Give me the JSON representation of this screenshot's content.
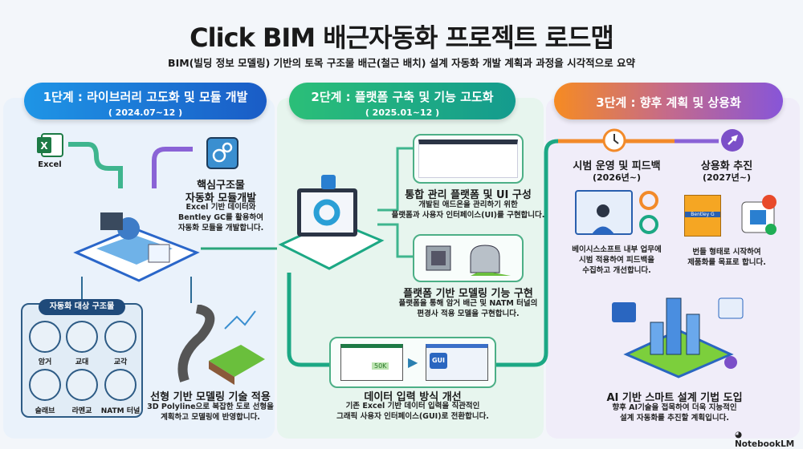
{
  "title": "Click BIM 배근자동화 프로젝트 로드맵",
  "subtitle": "BIM(빌딩 정보 모델링) 기반의 토목 구조물 배근(철근 배치) 설계 자동화 개발 계획과 과정을 시각적으로 요약",
  "phases": [
    {
      "title": "1단계 : 라이브러리 고도화 및 모듈 개발",
      "date": "( 2024.07~12 )",
      "color": "#1a6fd4"
    },
    {
      "title": "2단계 : 플랫폼 구축 및 기능 고도화",
      "date": "( 2025.01~12 )",
      "color": "#1ca884"
    },
    {
      "title": "3단계 : 향후 계획 및 상용화",
      "color": "#f28a2a"
    }
  ],
  "phase1": {
    "excel_label": "Excel",
    "module": {
      "title1": "핵심구조물",
      "title2": "자동화 모듈개발",
      "lines": [
        "Excel 기반 데이터와",
        "Bentley GC를 활용하여",
        "자동화 모듈을 개발합니다."
      ]
    },
    "structures": {
      "title": "자동화 대상 구조물",
      "items": [
        "암거",
        "교대",
        "교각",
        "슬래브",
        "라멘교",
        "NATM 터널"
      ]
    },
    "linear": {
      "title": "선형 기반 모델링 기술 적용",
      "lines": [
        "3D Polyline으로 복잡한 도로 선형을",
        "계획하고 모델링에 반영합니다."
      ]
    }
  },
  "phase2": {
    "ui": {
      "title": "통합 관리 플랫폼 및 UI 구성",
      "lines": [
        "개발된 애드온을 관리하기 위한",
        "플랫폼과 사용자 인터페이스(UI)를 구현합니다."
      ]
    },
    "modeling": {
      "title": "플랫폼 기반 모델링 기능 구현",
      "lines": [
        "플랫폼을 통해 암거 배근 및 NATM 터널의",
        "편경사 적용 모델을 구현합니다."
      ]
    },
    "input": {
      "title": "데이터 입력 방식 개선",
      "lines": [
        "기존 Excel 기반 데이터 입력을 직관적인",
        "그래픽 사용자 인터페이스(GUI)로 전환합니다."
      ],
      "gui_label": "GUI",
      "cell_value": "50K"
    }
  },
  "phase3": {
    "pilot": {
      "title": "시범 운영 및 피드백",
      "date": "(2026년~)",
      "lines": [
        "베이시스소프트 내부 업무에",
        "시범 적용하여 피드백을",
        "수집하고 개선합니다."
      ]
    },
    "commercial": {
      "title": "상용화 추진",
      "date": "(2027년~)",
      "lines": [
        "번들 형태로 시작하여",
        "제품화를 목표로 합니다."
      ],
      "box_label": "Bentley G"
    },
    "ai": {
      "title": "AI 기반 스마트 설계 기법 도입",
      "lines": [
        "향후 AI기술을 접목하여 더욱 지능적인",
        "설계 자동화를 추진할 계획입니다."
      ]
    }
  },
  "footer": {
    "brand": "NotebookLM"
  }
}
